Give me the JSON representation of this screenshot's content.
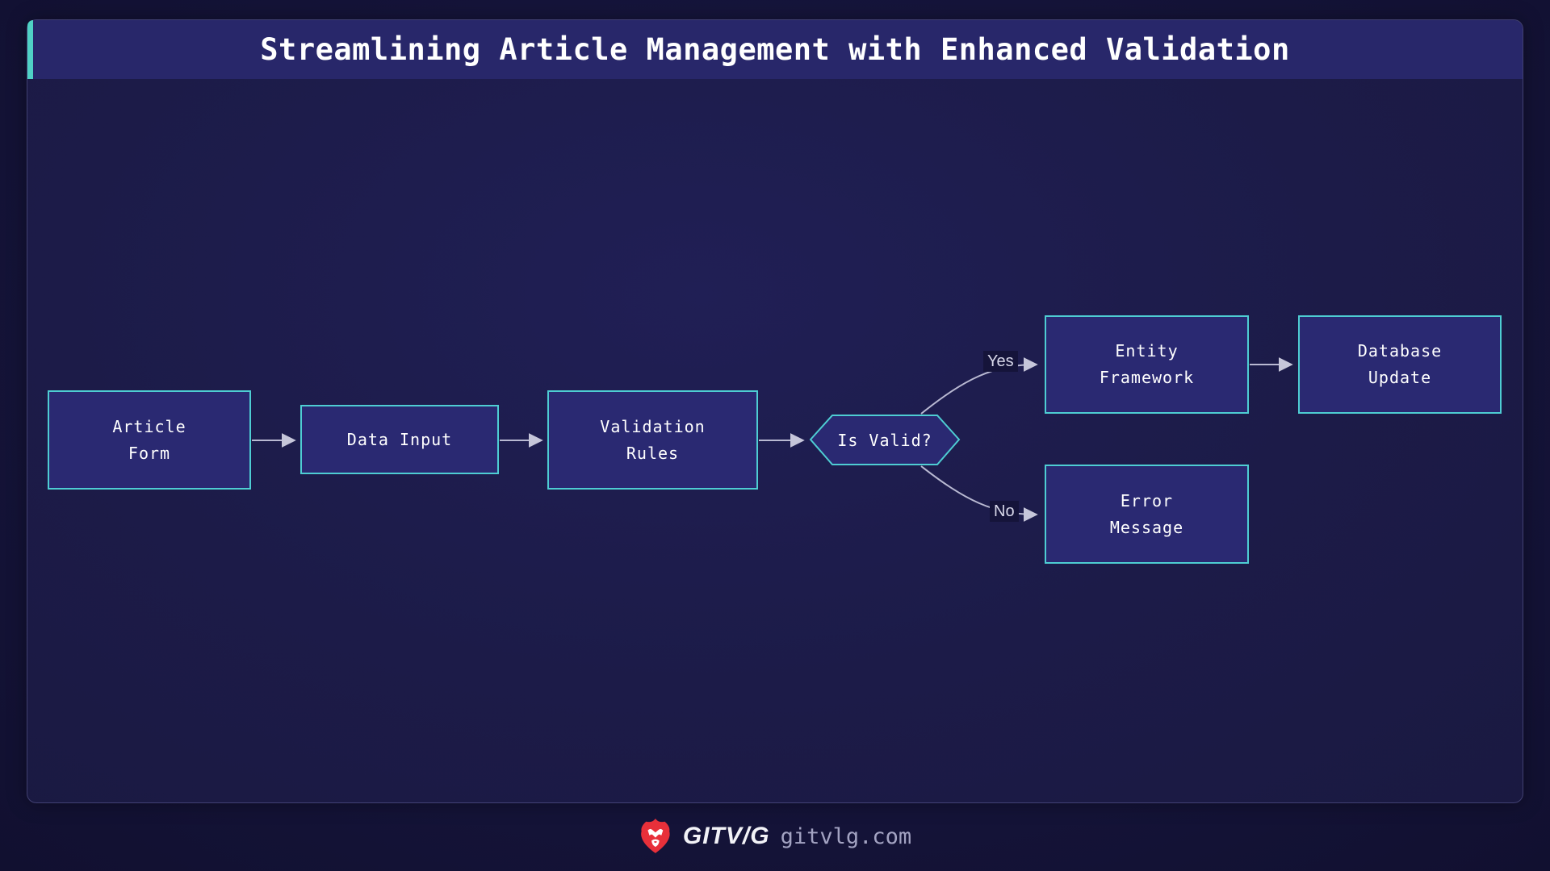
{
  "header": {
    "title": "Streamlining Article Management with Enhanced Validation"
  },
  "diagram": {
    "nodes": [
      {
        "id": "article-form",
        "shape": "rect",
        "label_lines": [
          "Article",
          "Form"
        ]
      },
      {
        "id": "data-input",
        "shape": "rect",
        "label_lines": [
          "Data Input"
        ]
      },
      {
        "id": "validation-rules",
        "shape": "rect",
        "label_lines": [
          "Validation",
          "Rules"
        ]
      },
      {
        "id": "is-valid",
        "shape": "hexagon",
        "label_lines": [
          "Is Valid?"
        ]
      },
      {
        "id": "entity-framework",
        "shape": "rect",
        "label_lines": [
          "Entity",
          "Framework"
        ]
      },
      {
        "id": "database-update",
        "shape": "rect",
        "label_lines": [
          "Database",
          "Update"
        ]
      },
      {
        "id": "error-message",
        "shape": "rect",
        "label_lines": [
          "Error",
          "Message"
        ]
      }
    ],
    "edges": [
      {
        "from": "article-form",
        "to": "data-input",
        "label": ""
      },
      {
        "from": "data-input",
        "to": "validation-rules",
        "label": ""
      },
      {
        "from": "validation-rules",
        "to": "is-valid",
        "label": ""
      },
      {
        "from": "is-valid",
        "to": "entity-framework",
        "label": "Yes"
      },
      {
        "from": "is-valid",
        "to": "error-message",
        "label": "No"
      },
      {
        "from": "entity-framework",
        "to": "database-update",
        "label": ""
      }
    ]
  },
  "footer": {
    "icon": "lion-icon",
    "brand": "GITV/G",
    "domain": "gitvlg.com"
  },
  "colors": {
    "accent_teal": "#4fd1c5",
    "titlebar_bg": "#28276a",
    "node_fill": "#2a2972",
    "node_border": "#4ecdd3",
    "edge_stroke": "#b9b9d2",
    "edge_label_bg": "#15143a",
    "brand_red": "#e8303a",
    "panel_bg": "#1c1b48"
  }
}
